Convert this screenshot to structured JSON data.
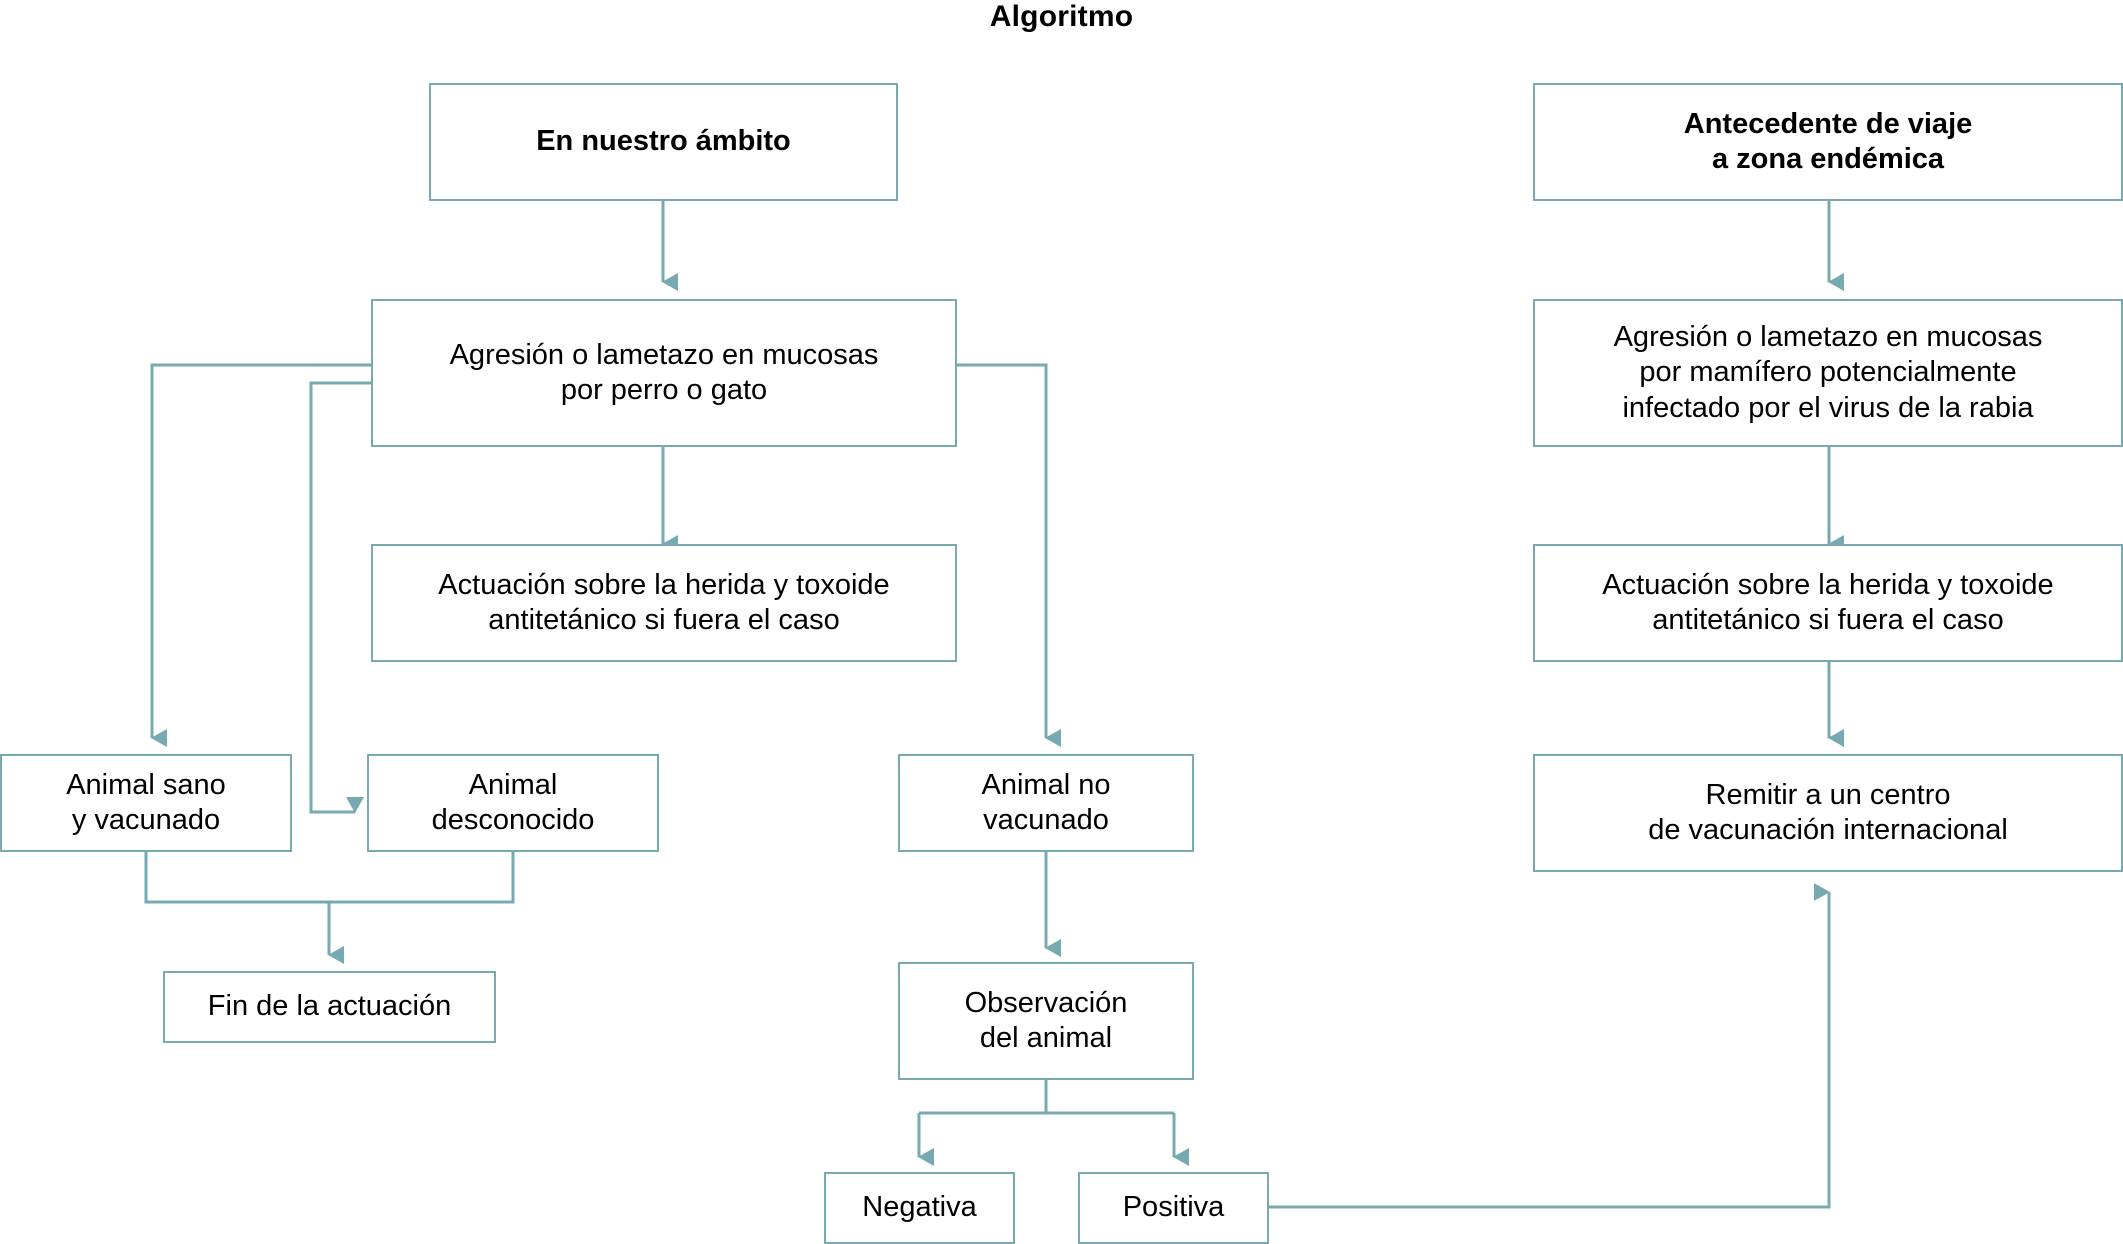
{
  "page": {
    "title": "Algoritmo",
    "accent_color": "#76a9b0",
    "text_color": "#000000",
    "background_color": "#ffffff"
  },
  "nodes": {
    "local_scope": "En nuestro ámbito",
    "local_exposure": "Agresión o lametazo en mucosas\npor perro o gato",
    "local_wound_care": "Actuación sobre la herida y toxoide\nantitetánico si fuera el caso",
    "animal_healthy": "Animal sano\ny vacunado",
    "animal_unknown": "Animal\ndesconocido",
    "animal_unvaccinated": "Animal no\nvacunado",
    "end_action": "Fin de la actuación",
    "observation": "Observación\ndel animal",
    "negative": "Negativa",
    "positive": "Positiva",
    "travel_history": "Antecedente de viaje\na zona endémica",
    "travel_exposure": "Agresión o lametazo en mucosas\npor mamífero potencialmente\ninfectado por el virus de la rabia",
    "travel_wound_care": "Actuación sobre la herida y toxoide\nantitetánico si fuera el caso",
    "refer_center": "Remitir a un centro\nde vacunación internacional"
  }
}
